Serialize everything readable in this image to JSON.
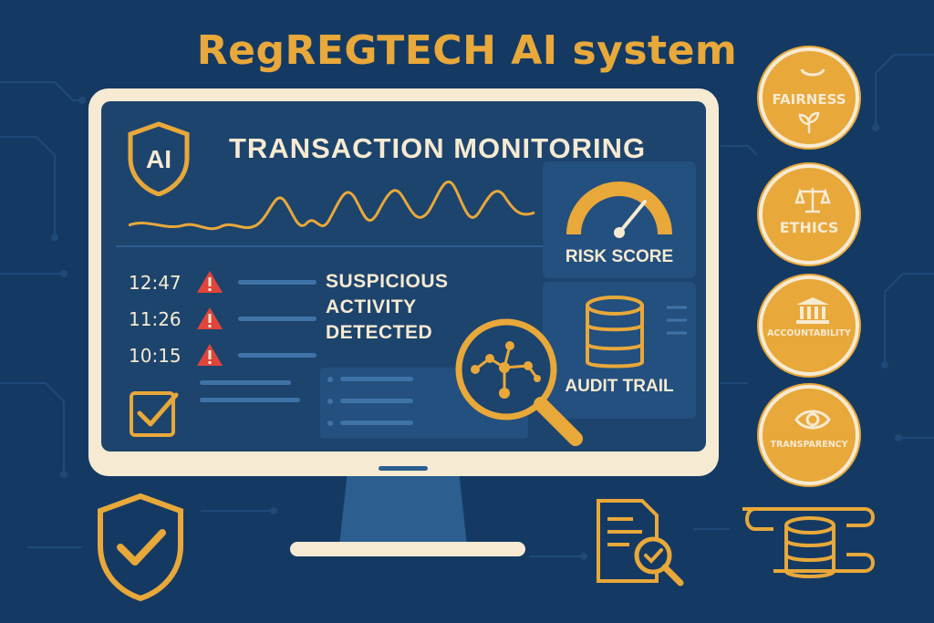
{
  "app_title": "RegREGTECH AI system",
  "screen": {
    "ai_badge": "AI",
    "title": "TRANSACTION MONITORING",
    "alerts": [
      {
        "time": "12:47"
      },
      {
        "time": "11:26"
      },
      {
        "time": "10:15"
      }
    ],
    "suspicious": {
      "line1": "SUSPICIOUS",
      "line2": "ACTIVITY",
      "line3": "DETECTED"
    },
    "risk_score_label": "RISK SCORE",
    "audit_trail_label": "AUDIT TRAIL"
  },
  "principles": [
    {
      "label": "FAIRNESS",
      "icon": "scale-fairness-icon"
    },
    {
      "label": "ETHICS",
      "icon": "balance-scale-icon"
    },
    {
      "label": "ACCOUNTABILITY",
      "icon": "institution-icon"
    },
    {
      "label": "TRANSPARENCY",
      "icon": "eye-icon"
    }
  ],
  "icons": {
    "bottom_left": "shield-check-icon",
    "bottom_middle": "document-search-icon",
    "bottom_right": "coin-stack-icon"
  },
  "colors": {
    "background": "#143a63",
    "screen": "#1d446d",
    "accent_gold": "#e8a83a",
    "cream": "#f6ead2",
    "alert_red": "#e0453a"
  }
}
